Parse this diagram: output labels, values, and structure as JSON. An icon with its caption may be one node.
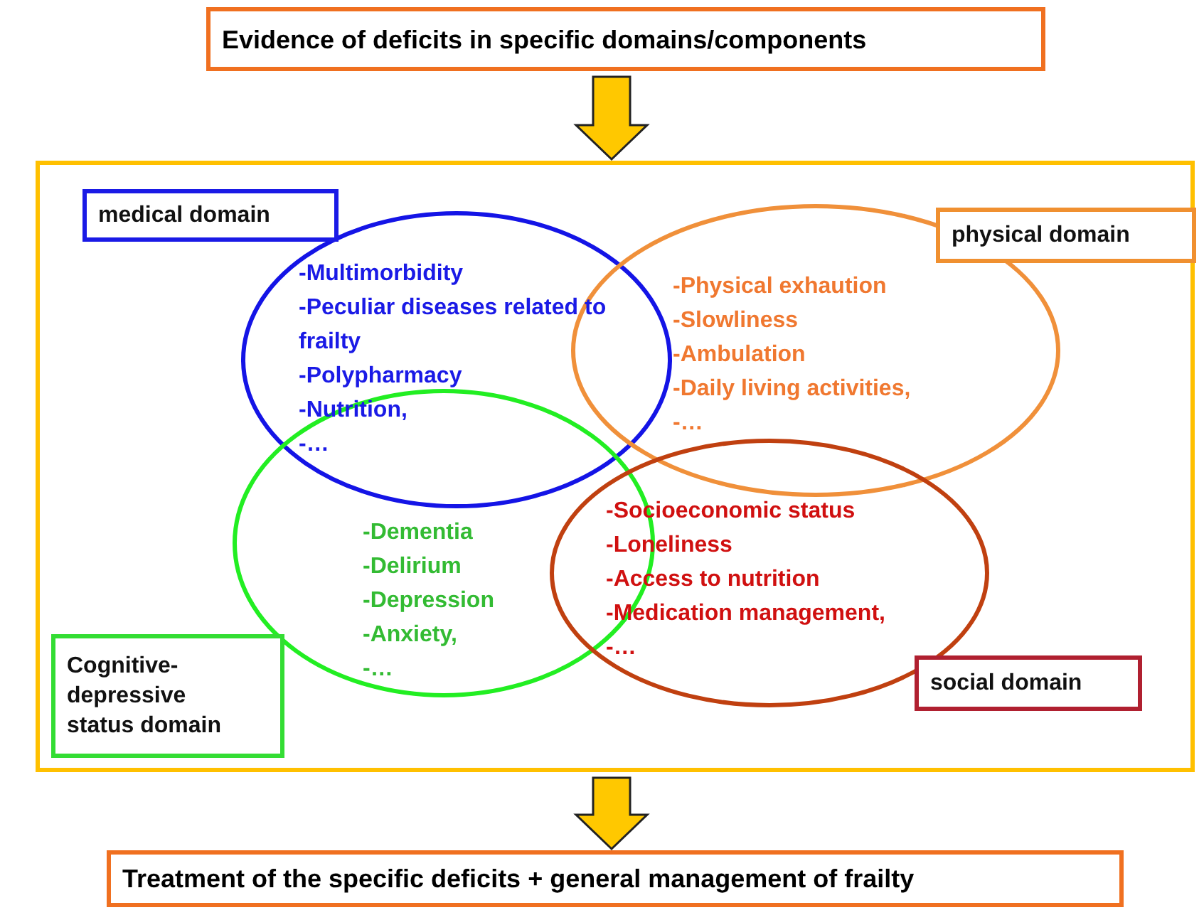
{
  "diagram": {
    "nodes": [
      {
        "text": [
          "Evidence of deficits in specific domains/components"
        ]
      },
      {
        "text": [],
        "shape": "box"
      },
      {
        "text": [
          "medical domain"
        ],
        "in": 1
      },
      {
        "text": [
          "-Multimorbidity",
          "-Peculiar diseases related to frailty",
          "-Polypharmacy",
          "-Nutrition,",
          "-…"
        ],
        "in": 1
      },
      {
        "text": [
          "physical domain"
        ],
        "in": 1
      },
      {
        "text": [
          "-Physical exhaution",
          "-Slowliness",
          "-Ambulation",
          "-Daily living activities,",
          "-…"
        ],
        "in": 1
      },
      {
        "text": [
          "-Dementia",
          "-Delirium",
          "-Depression",
          "-Anxiety,",
          "-…"
        ],
        "in": 1
      },
      {
        "text": [
          "-Socioeconomic status",
          "-Loneliness",
          "-Access to nutrition",
          "-Medication management,",
          "-…"
        ],
        "in": 1
      },
      {
        "text": [
          "Cognitive- depressive status domain"
        ],
        "in": 1
      },
      {
        "text": [
          "social domain"
        ],
        "in": 1
      },
      {
        "text": [
          "Treatment of the specific deficits + general management of frailty"
        ]
      }
    ],
    "edges": [
      {
        "from": 0,
        "to": 1,
        "arrow": "to",
        "style": "thick",
        "color": "#ffc800"
      },
      {
        "from": 1,
        "to": 10,
        "arrow": "to",
        "style": "thick",
        "color": "#ffc800"
      }
    ]
  }
}
